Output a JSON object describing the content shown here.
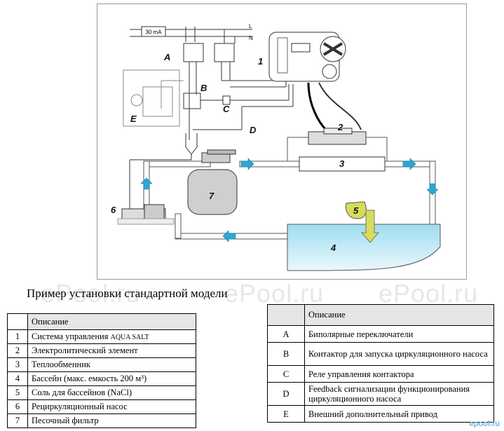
{
  "diagram": {
    "breaker_label": "30 mA",
    "line_l": "L",
    "line_n": "N",
    "labels": {
      "a": "A",
      "b": "B",
      "c": "C",
      "d": "D",
      "e": "E",
      "n1": "1",
      "n2": "2",
      "n3": "3",
      "n4": "4",
      "n5": "5",
      "n6": "6",
      "n7": "7"
    }
  },
  "caption": "Пример установки стандартной модели",
  "watermark": "ePool.ru",
  "table_numbers": {
    "header": "Описание",
    "rows": [
      {
        "key": "1",
        "text_main": "Система управления ",
        "text_caps": "AQUA SALT"
      },
      {
        "key": "2",
        "text": "Электролитический элемент"
      },
      {
        "key": "3",
        "text": "Теплообменник"
      },
      {
        "key": "4",
        "text": "Бассейн (макс. емкость  200 м³)"
      },
      {
        "key": "5",
        "text": "Соль для бассейнов (NaCl)"
      },
      {
        "key": "6",
        "text": "Рециркуляционный насос"
      },
      {
        "key": "7",
        "text": "Песочный фильтр"
      }
    ]
  },
  "table_letters": {
    "header": "Описание",
    "rows": [
      {
        "key": "A",
        "text": "Биполярные переключатели"
      },
      {
        "key": "B",
        "text": "Контактор для запуска циркуляционного насоса"
      },
      {
        "key": "C",
        "text": "Реле управления контактора"
      },
      {
        "key": "D",
        "text": "Feedback сигнализации функционирования циркуляционного насоса"
      },
      {
        "key": "E",
        "text": "Внешний дополнительный привод"
      }
    ]
  },
  "corner_logo": "epool.ru",
  "colors": {
    "pipe_arrow": "#2aa7d6",
    "water": "#bfe9f6",
    "salt": "#d8dc5a",
    "filter": "#cfcfcf"
  }
}
